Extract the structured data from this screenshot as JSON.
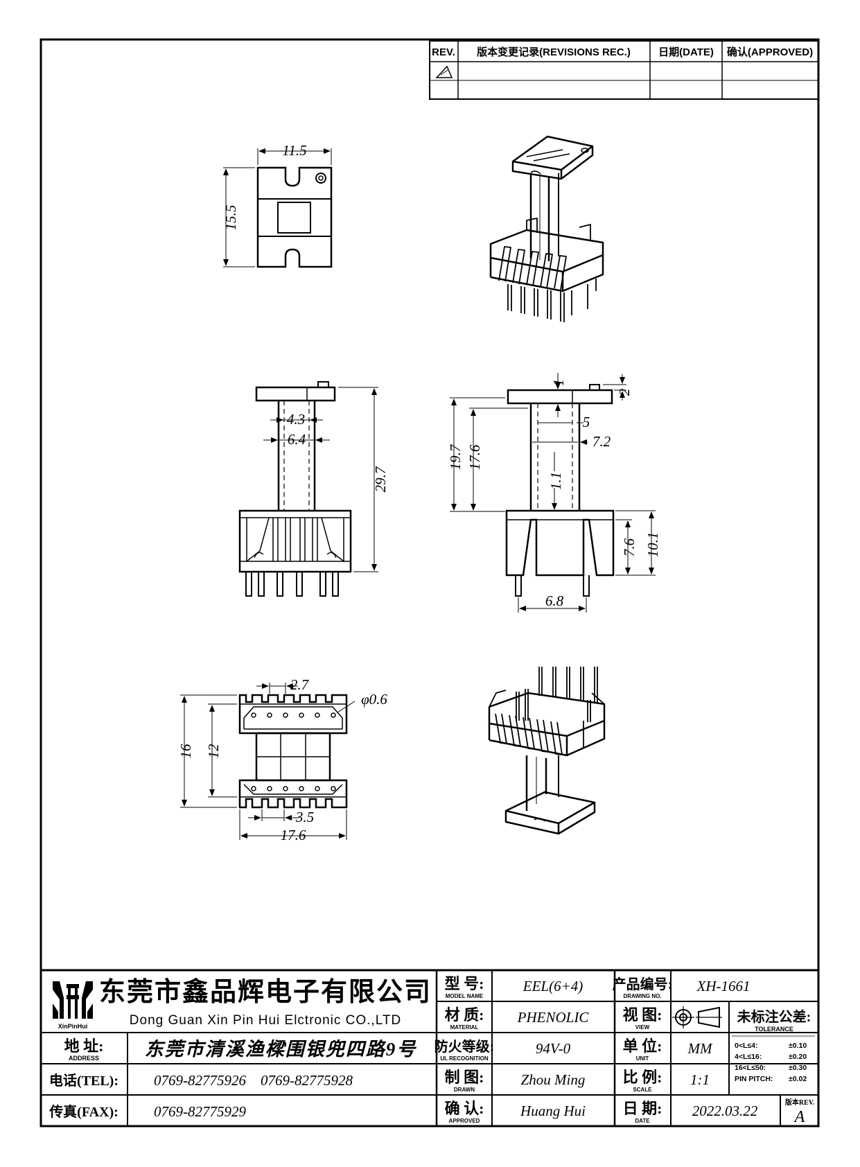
{
  "revisions": {
    "headers": [
      "REV.",
      "版本变更记录(REVISIONS REC.)",
      "日期(DATE)",
      "确认(APPROVED)"
    ],
    "rows": [
      {
        "rev": "",
        "record": "",
        "date": "",
        "approved": ""
      },
      {
        "rev": "",
        "record": "",
        "date": "",
        "approved": ""
      }
    ]
  },
  "dimensions": {
    "top_width": "11.5",
    "top_height": "15.5",
    "front_43": "4.3",
    "front_64": "6.4",
    "front_297": "29.7",
    "side_1": "1",
    "side_2": "2",
    "side_5": "5",
    "side_72": "7.2",
    "side_197": "19.7",
    "side_176": "17.6",
    "side_11": "1.1",
    "side_76": "7.6",
    "side_101": "10.1",
    "side_68": "6.8",
    "bottom_27": "2.7",
    "bottom_phi": "φ0.6",
    "bottom_16": "16",
    "bottom_12": "12",
    "bottom_35": "3.5",
    "bottom_176": "17.6"
  },
  "title_block": {
    "company_cn": "东莞市鑫品辉电子有限公司",
    "company_en": "Dong Guan Xin Pin Hui Elctronic CO.,LTD",
    "logo_text": "XinPinHui",
    "address_label": "地 址:",
    "address_label_en": "ADDRESS",
    "address": "东莞市清溪渔樑围银兜四路9号",
    "tel_label": "电话(TEL):",
    "tel": "0769-82775926    0769-82775928",
    "fax_label": "传真(FAX):",
    "fax": "0769-82775929",
    "model_label": "型 号:",
    "model_label_en": "MODEL NAME",
    "model": "EEL(6+4)",
    "material_label": "材 质:",
    "material_label_en": "MATERIAL",
    "material": "PHENOLIC",
    "ul_label": "防火等级:",
    "ul_label_en": "UL RECOGNITION",
    "ul": "94V-0",
    "drawn_label": "制 图:",
    "drawn_label_en": "DRAWN",
    "drawn": "Zhou Ming",
    "approved_label": "确 认:",
    "approved_label_en": "APPROVED",
    "approved": "Huang Hui",
    "drawing_no_label": "产品编号:",
    "drawing_no_label_en": "DRAWING NO.",
    "drawing_no": "XH-1661",
    "view_label": "视 图:",
    "view_label_en": "VIEW",
    "unit_label": "单 位:",
    "unit_label_en": "UNIT",
    "unit": "MM",
    "scale_label": "比 例:",
    "scale_label_en": "SCALE",
    "scale": "1:1",
    "date_label": "日 期:",
    "date_label_en": "DATE",
    "date": "2022.03.22",
    "tolerance_label": "未标注公差:",
    "tolerance_label_en": "TOLERANCE",
    "tolerances": [
      {
        "range": "0<L≤4:",
        "value": "±0.10"
      },
      {
        "range": "4<L≤16:",
        "value": "±0.20"
      },
      {
        "range": "16<L≤50:",
        "value": "±0.30"
      },
      {
        "range": "PIN PITCH:",
        "value": "±0.02"
      }
    ],
    "rev_label": "版本REV.",
    "rev": "A"
  }
}
